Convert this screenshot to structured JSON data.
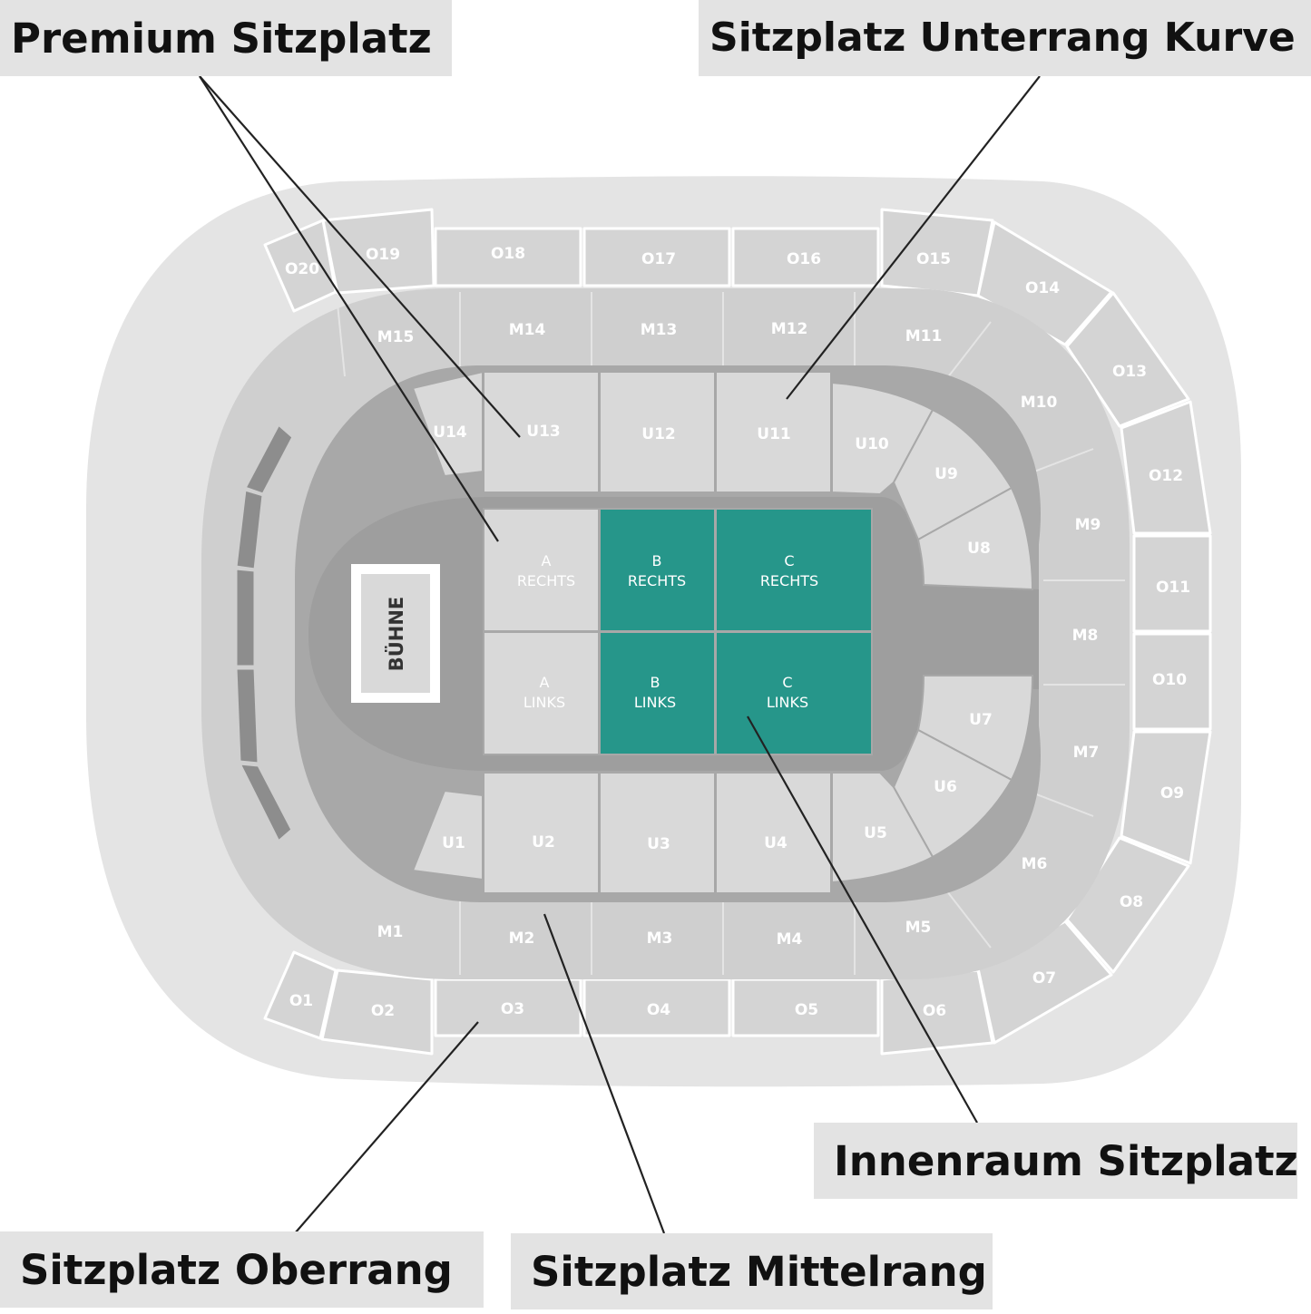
{
  "callouts": {
    "premium": "Premium Sitzplatz",
    "unterrang_kurve": "Sitzplatz Unterrang Kurve",
    "innenraum": "Innenraum Sitzplatz",
    "oberrang": "Sitzplatz Oberrang",
    "mittelrang": "Sitzplatz Mittelrang"
  },
  "stage_label": "BÜHNE",
  "floor_blocks": {
    "a_rechts": [
      "A",
      "RECHTS"
    ],
    "b_rechts": [
      "B",
      "RECHTS"
    ],
    "c_rechts": [
      "C",
      "RECHTS"
    ],
    "a_links": [
      "A",
      "LINKS"
    ],
    "b_links": [
      "B",
      "LINKS"
    ],
    "c_links": [
      "C",
      "LINKS"
    ]
  },
  "unterrang": [
    "U1",
    "U2",
    "U3",
    "U4",
    "U5",
    "U6",
    "U7",
    "U8",
    "U9",
    "U10",
    "U11",
    "U12",
    "U13",
    "U14"
  ],
  "mittelrang": [
    "M1",
    "M2",
    "M3",
    "M4",
    "M5",
    "M6",
    "M7",
    "M8",
    "M9",
    "M10",
    "M11",
    "M12",
    "M13",
    "M14",
    "M15"
  ],
  "oberrang": [
    "O1",
    "O2",
    "O3",
    "O4",
    "O5",
    "O6",
    "O7",
    "O8",
    "O9",
    "O10",
    "O11",
    "O12",
    "O13",
    "O14",
    "O15",
    "O16",
    "O17",
    "O18",
    "O19",
    "O20"
  ],
  "colors": {
    "highlight": "#26968a",
    "outer_bowl": "#e4e4e4",
    "block_light": "#d7d7d7",
    "mid_ring": "#cfcfcf",
    "floor_gray": "#a9a9a9",
    "floor_dark": "#9a9a9a",
    "ribbon": "#8d8d8d"
  }
}
